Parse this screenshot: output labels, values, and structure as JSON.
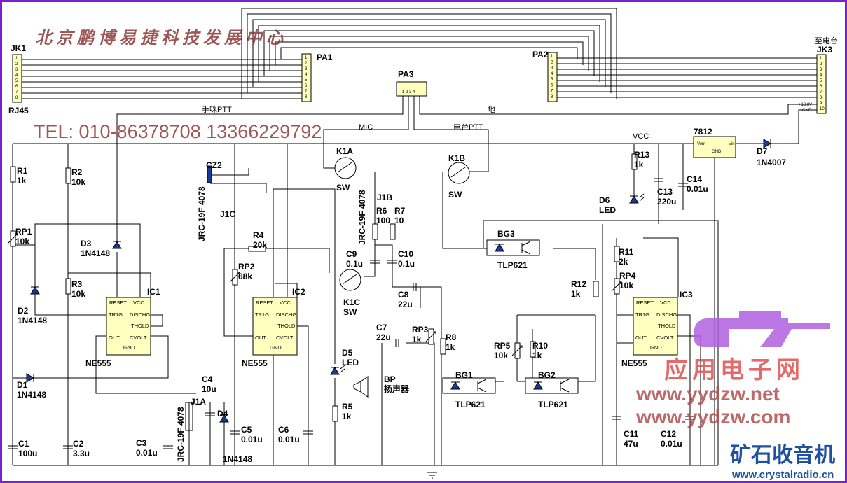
{
  "colors": {
    "frame": "#7a20d0",
    "ic_fill": "#ffffc0",
    "watermark_red": "#8c3a3a",
    "logo_purple": "#b060e0",
    "logo_blue": "#2050a0"
  },
  "watermarks": {
    "company": "北京鹏博易捷科技发展中心",
    "tel": "TEL: 010-86378708   13366229792",
    "site_cn": "应用电子网",
    "site_net": "www.yydzw.net",
    "site_com": "www.yydzw.com",
    "crystal_cn": "矿石收音机",
    "crystal_url": "www.crystalradio.cn"
  },
  "connectors": {
    "jk1": {
      "ref": "JK1",
      "type": "RJ45"
    },
    "pa1": {
      "ref": "PA1"
    },
    "pa2": {
      "ref": "PA2"
    },
    "pa3": {
      "ref": "PA3",
      "pins": "1 2 3 4"
    },
    "jk3": {
      "ref": "JK3",
      "note": "至电台",
      "pin9": "+13.8V",
      "pin10": "GND"
    }
  },
  "nets": {
    "hand_ptt": "手咪PTT",
    "mic": "MIC",
    "radio_ptt": "电台PTT",
    "ground": "地",
    "vcc": "VCC"
  },
  "components": {
    "R1": {
      "ref": "R1",
      "value": "1k"
    },
    "R2": {
      "ref": "R2",
      "value": "10k"
    },
    "R3": {
      "ref": "R3",
      "value": "10k"
    },
    "R4": {
      "ref": "R4",
      "value": "20k"
    },
    "R5": {
      "ref": "R5",
      "value": "1k"
    },
    "R6": {
      "ref": "R6",
      "value": "100"
    },
    "R7": {
      "ref": "R7",
      "value": "10"
    },
    "R8": {
      "ref": "R8",
      "value": "1k"
    },
    "R10": {
      "ref": "R10",
      "value": "1k"
    },
    "R11": {
      "ref": "R11",
      "value": "2k"
    },
    "R12": {
      "ref": "R12",
      "value": "1k"
    },
    "R13": {
      "ref": "R13",
      "value": "1k"
    },
    "RP1": {
      "ref": "RP1",
      "value": "10k"
    },
    "RP2": {
      "ref": "RP2",
      "value": "68k"
    },
    "RP3": {
      "ref": "RP3",
      "value": "1k"
    },
    "RP4": {
      "ref": "RP4",
      "value": "10k"
    },
    "RP5": {
      "ref": "RP5",
      "value": "10k"
    },
    "C1": {
      "ref": "C1",
      "value": "100u"
    },
    "C2": {
      "ref": "C2",
      "value": "3.3u"
    },
    "C3": {
      "ref": "C3",
      "value": "0.01u"
    },
    "C4": {
      "ref": "C4",
      "value": "10u"
    },
    "C5": {
      "ref": "C5",
      "value": "0.01u"
    },
    "C6": {
      "ref": "C6",
      "value": "0.01u"
    },
    "C7": {
      "ref": "C7",
      "value": "22u"
    },
    "C8": {
      "ref": "C8",
      "value": "22u"
    },
    "C9": {
      "ref": "C9",
      "value": "0.1u"
    },
    "C10": {
      "ref": "C10",
      "value": "0.1u"
    },
    "C11": {
      "ref": "C11",
      "value": "47u"
    },
    "C12": {
      "ref": "C12",
      "value": "0.01u"
    },
    "C13": {
      "ref": "C13",
      "value": "220u"
    },
    "C14": {
      "ref": "C14",
      "value": "0.01u"
    },
    "D1": {
      "ref": "D1",
      "value": "1N4148"
    },
    "D2": {
      "ref": "D2",
      "value": "1N4148"
    },
    "D3": {
      "ref": "D3",
      "value": "1N4148"
    },
    "D4": {
      "ref": "D4",
      "value": "1N4148"
    },
    "D5": {
      "ref": "D5",
      "value": "LED"
    },
    "D6": {
      "ref": "D6",
      "value": "LED"
    },
    "D7": {
      "ref": "D7",
      "value": "1N4007"
    },
    "IC1": {
      "ref": "IC1",
      "value": "NE555"
    },
    "IC2": {
      "ref": "IC2",
      "value": "NE555"
    },
    "IC3": {
      "ref": "IC3",
      "value": "NE555"
    },
    "U7812": {
      "ref": "7812",
      "pin_in": "Vin",
      "pin_out": "Vout",
      "pin_gnd": "GND"
    },
    "BG1": {
      "ref": "BG1",
      "value": "TLP621"
    },
    "BG2": {
      "ref": "BG2",
      "value": "TLP621"
    },
    "BG3": {
      "ref": "BG3",
      "value": "TLP621"
    },
    "K1A": {
      "ref": "K1A",
      "value": "SW"
    },
    "K1B": {
      "ref": "K1B",
      "value": "SW"
    },
    "K1C": {
      "ref": "K1C",
      "value": "SW"
    },
    "J1A": {
      "ref": "J1A"
    },
    "J1B": {
      "ref": "J1B"
    },
    "J1C": {
      "ref": "J1C"
    },
    "relay": {
      "part": "JRC-19F 4078"
    },
    "CZ2": {
      "ref": "CZ2"
    },
    "BP": {
      "ref": "BP",
      "value": "扬声器"
    }
  },
  "ic_pins": {
    "reset": "RESET",
    "vcc": "VCC",
    "trig": "TR1G",
    "disch": "DISCHG",
    "thold": "THOLD",
    "out": "OUT",
    "cvolt": "CVOLT",
    "gnd": "GND"
  }
}
